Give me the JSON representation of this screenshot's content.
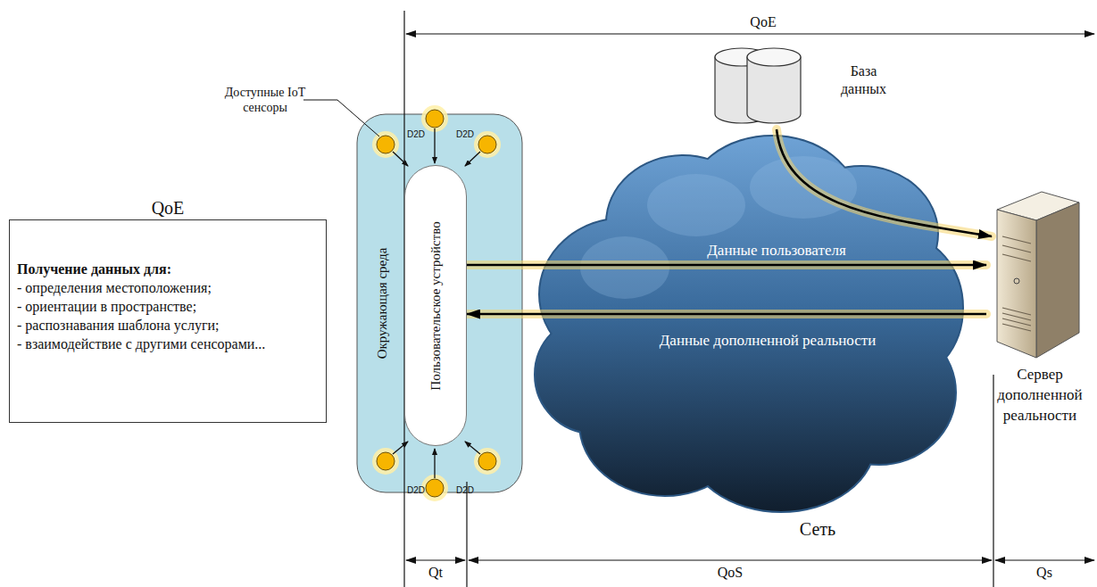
{
  "diagram": {
    "nodes": [
      {
        "text": [
          "QoE",
          "Получение данных для:",
          "- определения местоположения;",
          "- ориентации в пространстве;",
          "- распознавания шаблона услуги;",
          "- взаимодействие с другими сенсорами..."
        ]
      },
      {
        "text": [
          "Окружающая среда"
        ]
      },
      {
        "text": [
          "Пользовательское устройство"
        ],
        "in": 1
      },
      {
        "text": [
          "Сеть"
        ]
      },
      {
        "text": [
          "База данных"
        ]
      },
      {
        "text": [
          "Сервер дополненной реальности"
        ]
      }
    ],
    "edges": [
      {
        "from": 2,
        "to": 5,
        "label": "Данные пользователя",
        "arrow": "to"
      },
      {
        "from": 5,
        "to": 2,
        "label": "Данные дополненной реальности",
        "arrow": "to"
      },
      {
        "from": 4,
        "to": 5,
        "arrow": "to"
      }
    ],
    "labels": [
      "Доступные IoT сенсоры",
      "D2D",
      "D2D",
      "D2D",
      "D2D",
      "QoE",
      "Qt",
      "QoS",
      "Qs"
    ]
  }
}
